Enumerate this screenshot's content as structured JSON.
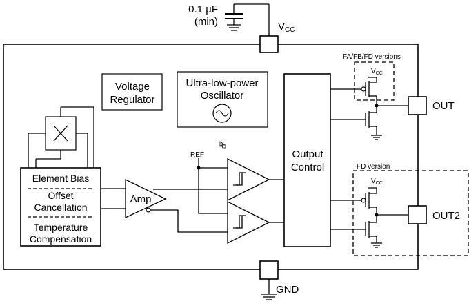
{
  "capacitor": {
    "value": "0.1 µF",
    "note": "(min)"
  },
  "pins": {
    "vcc": "V",
    "vcc_sub": "CC",
    "gnd": "GND",
    "out": "OUT",
    "out2": "OUT2"
  },
  "blocks": {
    "voltage_regulator": [
      "Voltage",
      "Regulator"
    ],
    "oscillator": [
      "Ultra-low-power",
      "Oscillator"
    ],
    "output_control": [
      "Output",
      "Control"
    ],
    "element_bias": "Element Bias",
    "offset_cancellation": [
      "Offset",
      "Cancellation"
    ],
    "temperature_compensation": [
      "Temperature",
      "Compensation"
    ],
    "amp": "Amp",
    "ref": "REF"
  },
  "versions": {
    "fa_fb_fd": "FA/FB/FD versions",
    "fd": "FD version"
  },
  "inner_vcc": {
    "main": "V",
    "sub": "CC"
  }
}
